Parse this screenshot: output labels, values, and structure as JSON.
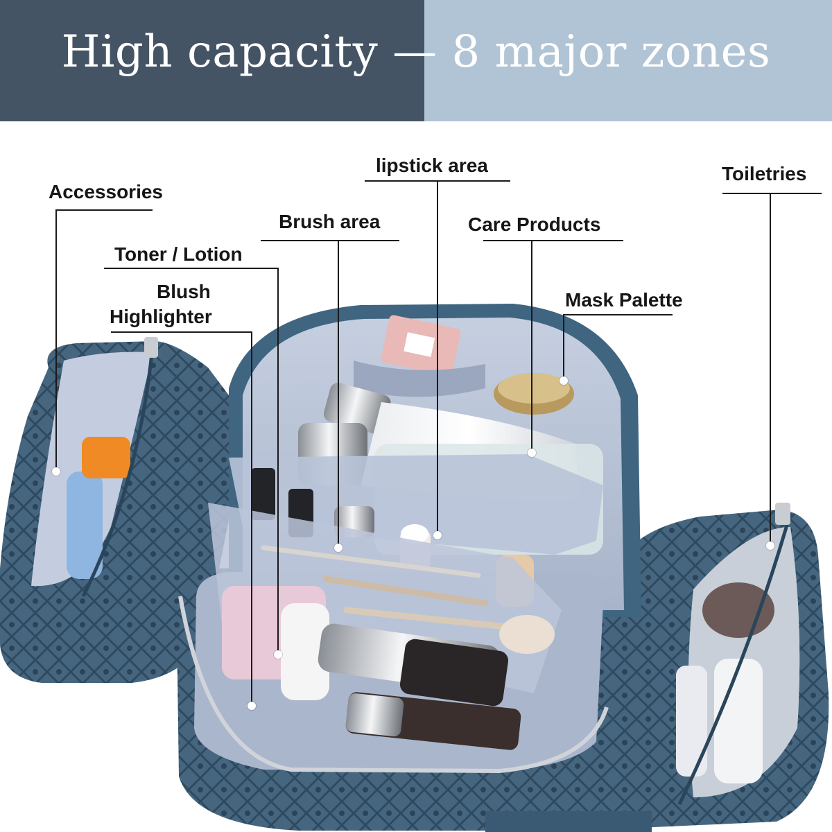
{
  "banner": {
    "headline": "High capacity — 8 major zones",
    "left_color": "#455465",
    "right_color": "#b0c4d6"
  },
  "photo": {
    "subject": "blue monogram cosmetic travel bag with two side pouches",
    "bag_color": "#3e5f78",
    "lining_color": "#b3bfd4"
  },
  "labels": {
    "accessories": "Accessories",
    "toner_lotion": "Toner / Lotion",
    "blush": "Blush",
    "highlighter": "Highlighter",
    "brush_area": "Brush area",
    "lipstick_area": "lipstick area",
    "care_products": "Care Products",
    "mask_palette": "Mask Palette",
    "toiletries": "Toiletries"
  }
}
